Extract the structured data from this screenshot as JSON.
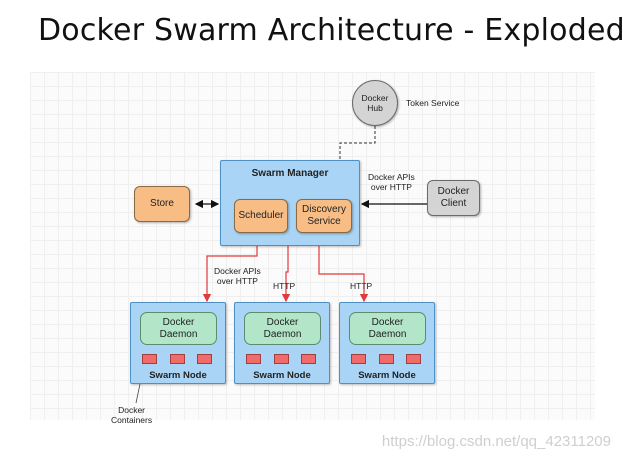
{
  "title": "Docker Swarm Architecture  - Exploded",
  "hub": {
    "label_line1": "Docker",
    "label_line2": "Hub",
    "token_service": "Token Service"
  },
  "manager": {
    "label": "Swarm  Manager",
    "scheduler": "Scheduler",
    "discovery_line1": "Discovery",
    "discovery_line2": "Service"
  },
  "store": "Store",
  "client": {
    "line1": "Docker",
    "line2": "Client"
  },
  "client_link": {
    "line1": "Docker APIs",
    "line2": "over HTTP"
  },
  "node_links": [
    {
      "line1": "Docker APIs",
      "line2": "over HTTP"
    },
    {
      "line1": "HTTP",
      "line2": ""
    },
    {
      "line1": "HTTP",
      "line2": ""
    }
  ],
  "nodes": [
    {
      "daemon_line1": "Docker",
      "daemon_line2": "Daemon",
      "label": "Swarm  Node"
    },
    {
      "daemon_line1": "Docker",
      "daemon_line2": "Daemon",
      "label": "Swarm  Node"
    },
    {
      "daemon_line1": "Docker",
      "daemon_line2": "Daemon",
      "label": "Swarm  Node"
    }
  ],
  "containers_label": {
    "line1": "Docker",
    "line2": "Containers"
  },
  "watermark": "https://blog.csdn.net/qq_42311209",
  "colors": {
    "swarm_blue": "#a9d4f5",
    "orange": "#f7bd85",
    "grey": "#d4d4d4",
    "daemon_green": "#b3e6c9",
    "container_red": "#f26b6b",
    "arrow_red": "#e03a3a"
  }
}
